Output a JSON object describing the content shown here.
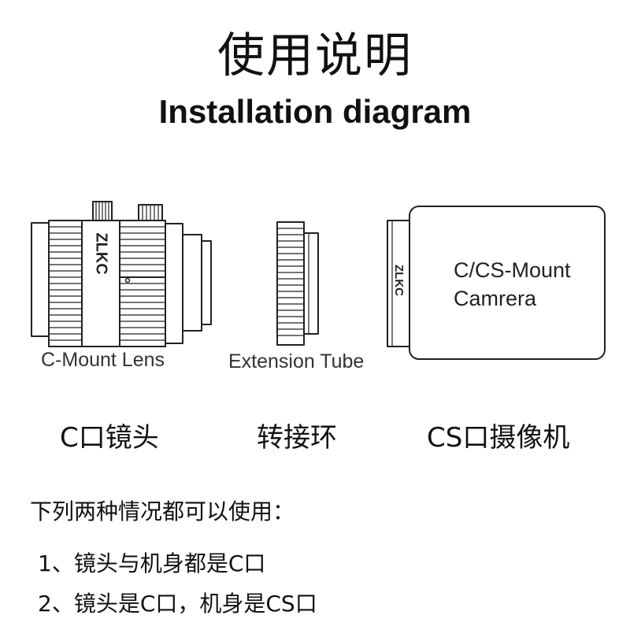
{
  "header": {
    "title_cn": "使用说明",
    "title_en": "Installation diagram"
  },
  "lens": {
    "brand": "ZLKC",
    "label_en": "C-Mount Lens",
    "label_cn": "C口镜头"
  },
  "tube": {
    "label_en": "Extension Tube",
    "label_cn": "转接环"
  },
  "camera": {
    "brand": "ZLKC",
    "text_line1": "C/CS-Mount",
    "text_line2": "Camrera",
    "label_cn": "CS口摄像机"
  },
  "notes": {
    "intro": "下列两种情况都可以使用：",
    "item1": "1、镜头与机身都是C口",
    "item2": "2、镜头是C口，机身是CS口"
  },
  "colors": {
    "line": "#222222",
    "fill": "#ffffff"
  }
}
